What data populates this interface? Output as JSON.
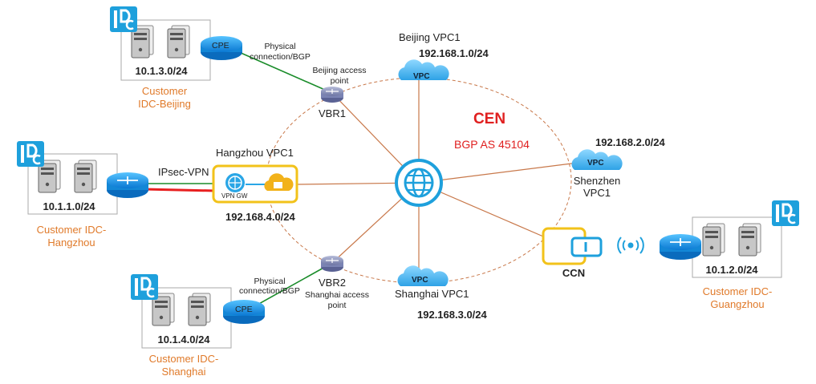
{
  "cen": {
    "title": "CEN",
    "bgp": "BGP AS 45104"
  },
  "vpc_badge": "VPC",
  "cpe_label": "CPE",
  "vpn_gw_label": "VPN GW",
  "ccn_label": "CCN",
  "idc_badge": {
    "i": "I",
    "dc": "DC"
  },
  "beijing_vpc": {
    "name": "Beijing VPC1",
    "cidr": "192.168.1.0/24"
  },
  "shenzhen_vpc": {
    "name_line1": "Shenzhen",
    "name_line2": "VPC1",
    "cidr": "192.168.2.0/24"
  },
  "shanghai_vpc": {
    "name": "Shanghai VPC1",
    "cidr": "192.168.3.0/24"
  },
  "hangzhou_vpc": {
    "name": "Hangzhou VPC1",
    "cidr": "192.168.4.0/24"
  },
  "vbr1": {
    "name": "VBR1",
    "access_line1": "Beijing access",
    "access_line2": "point"
  },
  "vbr2": {
    "name": "VBR2",
    "access_line1": "Shanghai access",
    "access_line2": "point"
  },
  "links": {
    "physical_bj_line1": "Physical",
    "physical_bj_line2": "connection/BGP",
    "physical_sh_line1": "Physical",
    "physical_sh_line2": "connection/BGP",
    "ipsec": "IPsec-VPN"
  },
  "idc_beijing": {
    "cidr": "10.1.3.0/24",
    "line1": "Customer",
    "line2": "IDC-Beijing"
  },
  "idc_hangzhou": {
    "cidr": "10.1.1.0/24",
    "line1": "Customer IDC-",
    "line2": "Hangzhou"
  },
  "idc_shanghai": {
    "cidr": "10.1.4.0/24",
    "line1": "Customer IDC-",
    "line2": "Shanghai"
  },
  "idc_guangzhou": {
    "cidr": "10.1.2.0/24",
    "line1": "Customer IDC-",
    "line2": "Guangzhou"
  },
  "colors": {
    "accent": "#1ea0dc",
    "cen_red": "#e02020",
    "link_orange": "#c8784a",
    "link_green": "#1a8c2a",
    "arrow_red": "#e82020",
    "frame_yellow": "#f2c21a",
    "label_orange": "#e07a2a"
  }
}
